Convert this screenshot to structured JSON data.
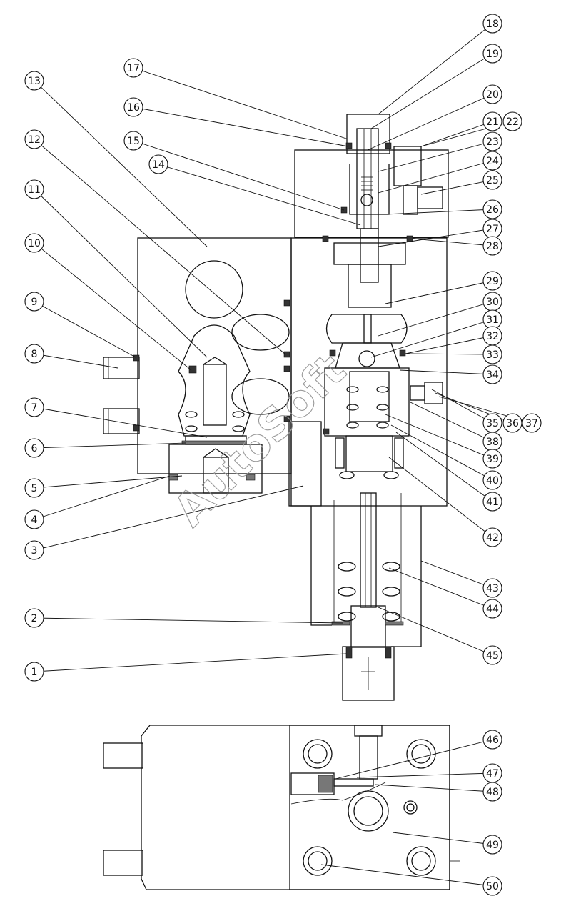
{
  "watermark": "AutoSoft",
  "labels": [
    "1",
    "2",
    "3",
    "4",
    "5",
    "6",
    "7",
    "8",
    "9",
    "10",
    "11",
    "12",
    "13",
    "14",
    "15",
    "16",
    "17",
    "18",
    "19",
    "20",
    "21",
    "22",
    "23",
    "24",
    "25",
    "26",
    "27",
    "28",
    "29",
    "30",
    "31",
    "32",
    "33",
    "34",
    "35",
    "36",
    "37",
    "38",
    "39",
    "40",
    "41",
    "42",
    "43",
    "44",
    "45",
    "46",
    "47",
    "48",
    "49",
    "50"
  ]
}
